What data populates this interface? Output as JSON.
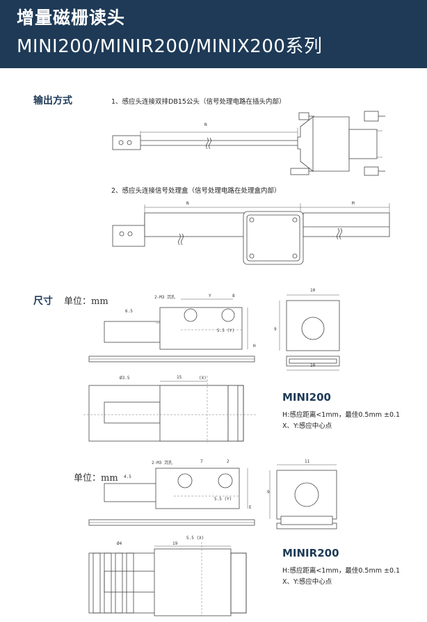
{
  "header": {
    "title": "增量磁栅读头",
    "subtitle": "MINI200/MINIR200/MINIX200系列"
  },
  "output": {
    "label": "输出方式",
    "item1": "1、感应头连接双排DB15公头（信号处理电路在插头内部）",
    "item2": "2、感应头连接信号处理盒（信号处理电路在处理盒内部）",
    "dim_n1": "N",
    "dim_n2": "N",
    "dim_m": "M"
  },
  "size": {
    "label": "尺寸",
    "unit": "单位：mm",
    "unit2": "单位：mm"
  },
  "mini200": {
    "model": "MINI200",
    "spec1": "H:感应距离<1mm，最佳0.5mm ±0.1",
    "spec2": "X、Y:感应中心点",
    "dims": {
      "holes": "2-M3 沉孔",
      "y": "Y",
      "eight": "8",
      "h": "6.5",
      "x": "5.5 (Y)",
      "ten_top": "10",
      "ten_bot": "10",
      "nine": "9",
      "fifteen": "15",
      "phi": "Ø3.5",
      "xdim": "(X)",
      "hh": "H"
    }
  },
  "minir200": {
    "model": "MINIR200",
    "spec1": "H:感应距离<1mm，最佳0.5mm ±0.1",
    "spec2": "X、Y:感应中心点",
    "dims": {
      "holes": "2-M3 沉孔",
      "seven": "7",
      "two": "2",
      "h": "4.5",
      "y": "5.5 (Y)",
      "eleven": "11",
      "nine": "9",
      "nineteen": "19",
      "x": "5.5 (X)",
      "phi": "Ø4",
      "e": "E"
    }
  }
}
